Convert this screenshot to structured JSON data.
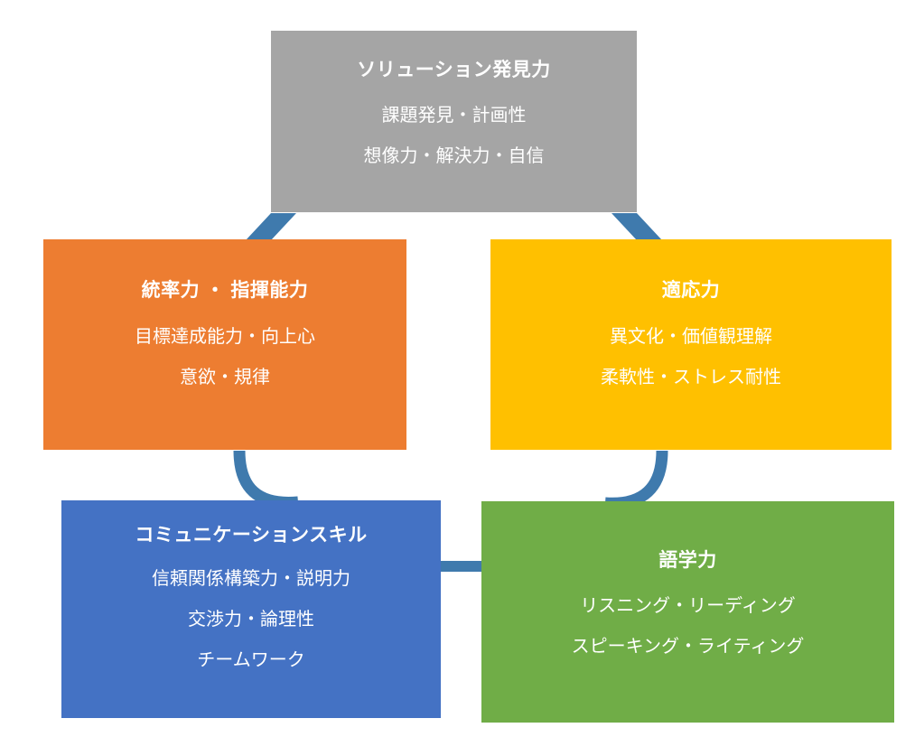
{
  "diagram": {
    "type": "cycle-flow",
    "background": "#ffffff",
    "connector_color": "#3f7aad",
    "nodes": [
      {
        "id": "solution",
        "title": "ソリューション発見力",
        "lines": [
          "課題発見・計画性",
          "想像力・解決力・自信"
        ],
        "color": "#a5a5a5",
        "text_color": "#ffffff"
      },
      {
        "id": "leadership",
        "title": "統率力 ・ 指揮能力",
        "lines": [
          "目標達成能力・向上心",
          "意欲・規律"
        ],
        "color": "#ed7d31",
        "text_color": "#ffffff"
      },
      {
        "id": "adaptability",
        "title": "適応力",
        "lines": [
          "異文化・価値観理解",
          "柔軟性・ストレス耐性"
        ],
        "color": "#ffc000",
        "text_color": "#ffffff"
      },
      {
        "id": "communication",
        "title": "コミュニケーションスキル",
        "lines": [
          "信頼関係構築力・説明力",
          "交渉力・論理性",
          "チームワーク"
        ],
        "color": "#4472c4",
        "text_color": "#ffffff"
      },
      {
        "id": "language",
        "title": "語学力",
        "lines": [
          "リスニング・リーディング",
          "スピーキング・ライティング"
        ],
        "color": "#70ad47",
        "text_color": "#ffffff"
      }
    ],
    "connectors": [
      {
        "id": "solution-to-leadership",
        "from": "solution",
        "to": "leadership",
        "shape": "diagonal"
      },
      {
        "id": "solution-to-adaptability",
        "from": "solution",
        "to": "adaptability",
        "shape": "diagonal"
      },
      {
        "id": "leadership-to-communication",
        "from": "leadership",
        "to": "communication",
        "shape": "curve"
      },
      {
        "id": "adaptability-to-language",
        "from": "adaptability",
        "to": "language",
        "shape": "curve"
      },
      {
        "id": "communication-to-language",
        "from": "communication",
        "to": "language",
        "shape": "horizontal"
      }
    ]
  }
}
